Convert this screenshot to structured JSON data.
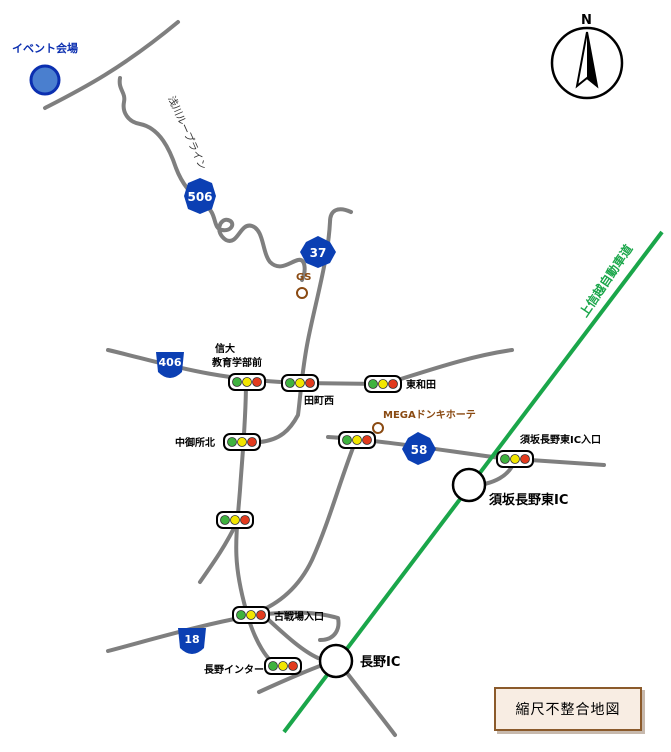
{
  "venue": {
    "label": "イベント会場",
    "color": "#4a7fcf"
  },
  "loop_road": {
    "label": "浅川ループライン"
  },
  "routes": {
    "r506": "506",
    "r37": "37",
    "r406": "406",
    "r58": "58",
    "r18": "18"
  },
  "poi": {
    "gs": "GS",
    "mega": "MEGAドンキホーテ"
  },
  "signals": {
    "shindai": "信大\n教育学部前",
    "tamachi_nishi": "田町西",
    "higashi_wada": "東和田",
    "naka_goshokita": "中御所北",
    "kosenjo": "古戦場入口",
    "nagano_inter": "長野インター",
    "suzaka_ic_entrance": "須坂長野東IC入口"
  },
  "interchanges": {
    "suzaka": "須坂長野東IC",
    "nagano": "長野IC"
  },
  "expressway": {
    "label": "上信越自動車道",
    "color": "#1aa64a"
  },
  "compass": {
    "label": "N"
  },
  "legend": {
    "label": "縮尺不整合地図"
  },
  "colors": {
    "road": "#7f7f7f",
    "shield": "#0b3fb3",
    "poi": "#8a4a12",
    "signal_green": "#3fb23f",
    "signal_yellow": "#f2e600",
    "signal_red": "#e23b1f"
  }
}
